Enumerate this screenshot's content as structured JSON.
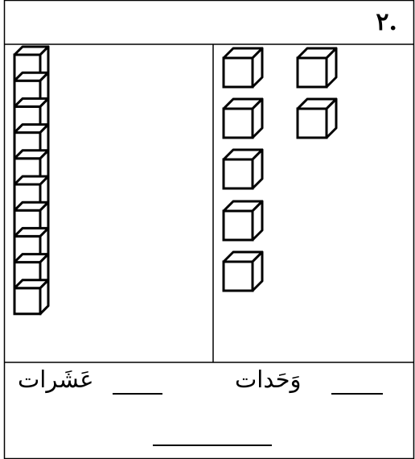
{
  "question": {
    "number": ".٢"
  },
  "model": {
    "tens_rods": 1,
    "cubes_per_rod": 10,
    "unit_cubes": 7,
    "unit_cube_rows": [
      2,
      2,
      1,
      1,
      1
    ]
  },
  "answer": {
    "tens_label": "عَشَرات",
    "units_label": "وَحَدات"
  },
  "style": {
    "line_color": "#000000",
    "background": "#ffffff"
  }
}
